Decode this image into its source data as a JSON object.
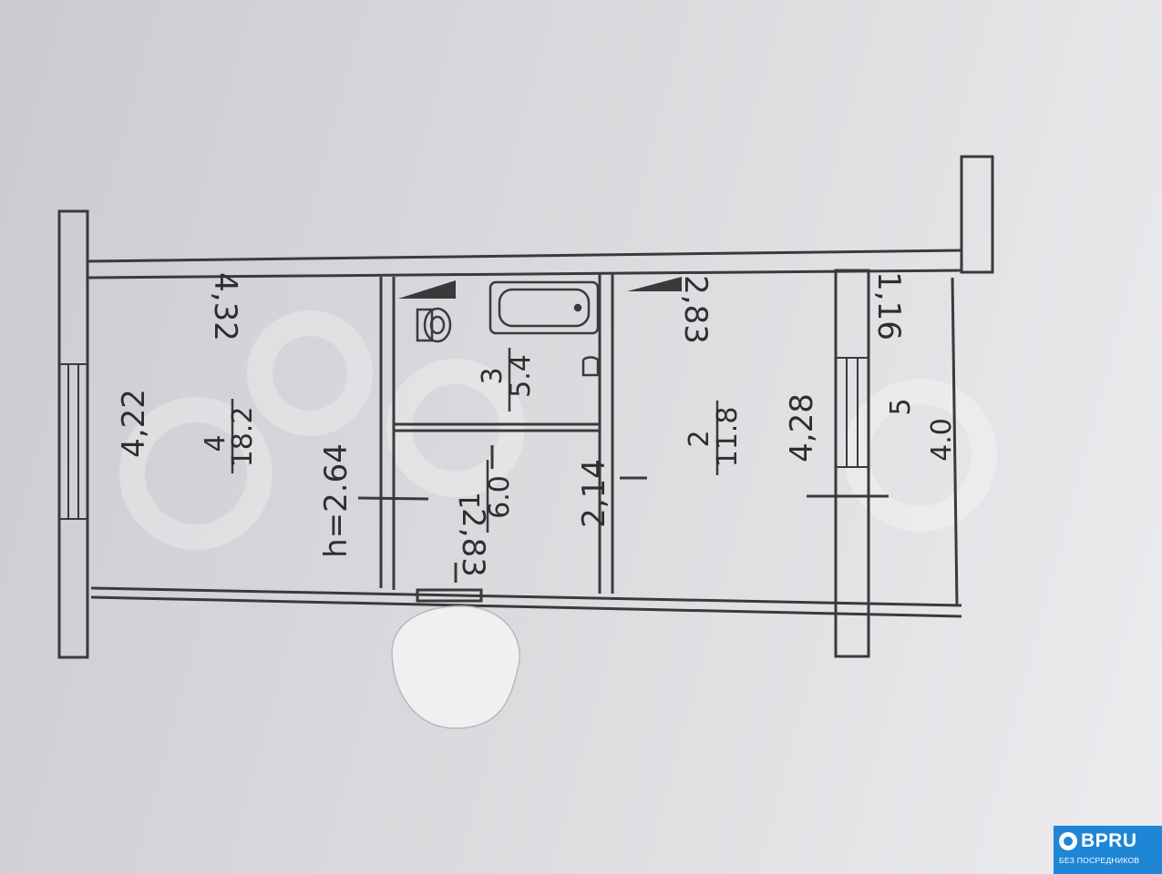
{
  "rooms": [
    {
      "number": "4",
      "area": "18.2"
    },
    {
      "number": "1",
      "area": "6.0"
    },
    {
      "number": "3",
      "area": "5.4"
    },
    {
      "number": "2",
      "area": "11.8"
    },
    {
      "number": "5",
      "area": "4.0"
    }
  ],
  "dimensions": {
    "room4_length": "4,22",
    "room4_width": "4,32",
    "ceiling_height": "h=2.64",
    "hall_length": "2,83",
    "hall_width": "2,14",
    "room2_width": "2,83",
    "room2_length": "4,28",
    "balcony_width": "1,16"
  },
  "badge": {
    "brand": "BPRU",
    "tagline": "БЕЗ ПОСРЕДНИКОВ",
    "color": "#1f86d6"
  },
  "colors": {
    "line": "#3a3a3c",
    "paper": "#dcdadd"
  }
}
